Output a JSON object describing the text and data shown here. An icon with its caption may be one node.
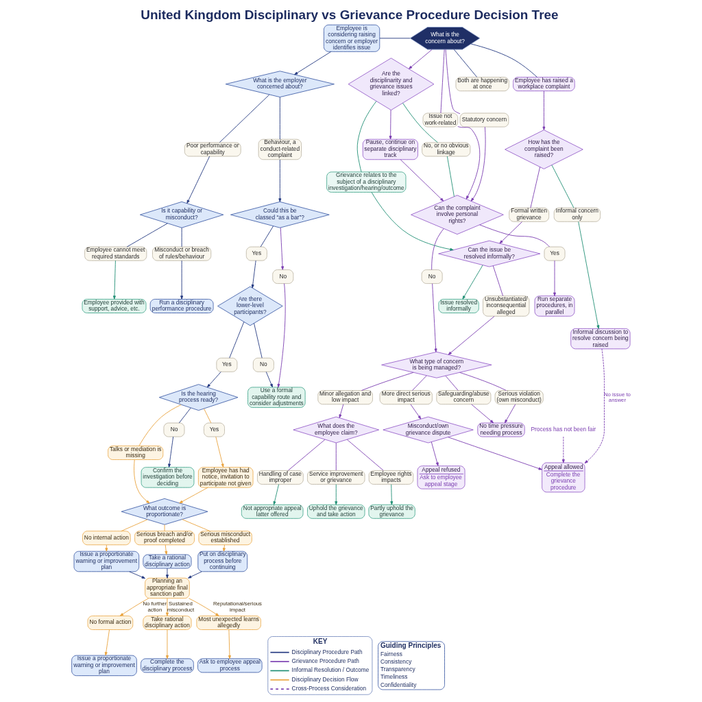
{
  "diagram": {
    "title": "United Kingdom Disciplinary vs Grievance Procedure Decision Tree",
    "nodes": [
      {
        "text": [
          "Employee is considering raising concern or employer identifies issue"
        ]
      },
      {
        "text": [
          "What is the concern about?"
        ]
      },
      {
        "text": [
          "What is the employer concerned about?"
        ]
      },
      {
        "text": [
          "Poor performance or capability"
        ]
      },
      {
        "text": [
          "Is it capability or misconduct?"
        ]
      },
      {
        "text": [
          "Misconduct or breach of rules/behaviour"
        ]
      },
      {
        "text": [
          "Employee cannot meet required standards"
        ]
      },
      {
        "text": [
          "Run a disciplinary performance procedure"
        ]
      },
      {
        "text": [
          "Employee provided with support, advice, etc."
        ]
      },
      {
        "text": [
          "Behaviour, a conduct-related complaint"
        ]
      },
      {
        "text": [
          "Could this be classed “as a bar”?"
        ]
      },
      {
        "text": [
          "Yes"
        ]
      },
      {
        "text": [
          "No"
        ]
      },
      {
        "text": [
          "Are there lower-level participants?"
        ]
      },
      {
        "text": [
          "Use a formal capability route and consider adjustments"
        ]
      },
      {
        "text": [
          "Yes"
        ]
      },
      {
        "text": [
          "No"
        ]
      },
      {
        "text": [
          "Is the hearing process ready?"
        ]
      },
      {
        "text": [
          "Yes"
        ]
      },
      {
        "text": [
          "No"
        ]
      },
      {
        "text": [
          "Employee has had notice, invitation to participate not given"
        ]
      },
      {
        "text": [
          "Talks or mediation is missing"
        ]
      },
      {
        "text": [
          "Confirm the investigation before deciding"
        ]
      },
      {
        "text": [
          "What outcome is proportionate?"
        ]
      },
      {
        "text": [
          "No internal action"
        ]
      },
      {
        "text": [
          "Serious breach and/or proof completed"
        ]
      },
      {
        "text": [
          "Serious misconduct established"
        ]
      },
      {
        "text": [
          "Issue a proportionate warning or improvement plan"
        ]
      },
      {
        "text": [
          "Take a rational disciplinary action"
        ]
      },
      {
        "text": [
          "Put on disciplinary process before continuing"
        ]
      },
      {
        "text": [
          "Planning an appropriate final sanction path"
        ]
      },
      {
        "text": [
          "No formal action"
        ]
      },
      {
        "text": [
          "Take rational disciplinary action"
        ]
      },
      {
        "text": [
          "Most unexpected learns allegedly"
        ]
      },
      {
        "text": [
          "Issue a proportionate warning or improvement plan"
        ]
      },
      {
        "text": [
          "Complete the disciplinary process"
        ]
      },
      {
        "text": [
          "Ask to employee appeal process"
        ]
      },
      {
        "text": [
          "Employee has raised a workplace complaint"
        ]
      },
      {
        "text": [
          "How has the complaint been raised?"
        ]
      },
      {
        "text": [
          "Informal concern only"
        ]
      },
      {
        "text": [
          "Informal discussion to resolve concern being raised"
        ]
      },
      {
        "text": [
          "Formal written grievance"
        ]
      },
      {
        "text": [
          "Both are happening at once"
        ]
      },
      {
        "text": [
          "Are the disciplinarity and grievance issues linked?"
        ]
      },
      {
        "text": [
          "Issue not work-related"
        ]
      },
      {
        "text": [
          "Statutory concern"
        ]
      },
      {
        "text": [
          "Grievance relates to the subject of a disciplinary investigation/hearing/outcome"
        ]
      },
      {
        "text": [
          "No, or no obvious linkage"
        ]
      },
      {
        "text": [
          "Pause, continue on separate disciplinary track"
        ]
      },
      {
        "text": [
          "Can the issue be resolved informally?"
        ]
      },
      {
        "text": [
          "Issue resolved informally"
        ]
      },
      {
        "text": [
          "Can the complaint involve personal rights?"
        ]
      },
      {
        "text": [
          "Yes"
        ]
      },
      {
        "text": [
          "Run separate procedures, in parallel"
        ]
      },
      {
        "text": [
          "No"
        ]
      },
      {
        "text": [
          "Unsubstantiated/ inconsequential alleged"
        ]
      },
      {
        "text": [
          "What type of concern is being managed?"
        ]
      },
      {
        "text": [
          "Minor allegation and low impact"
        ]
      },
      {
        "text": [
          "More direct serious impact"
        ]
      },
      {
        "text": [
          "Serious violation (own misconduct)"
        ]
      },
      {
        "text": [
          "Safeguarding/abuse concern"
        ]
      },
      {
        "text": [
          "What does the employee claim?"
        ]
      },
      {
        "text": [
          "Service improvement or grievance"
        ]
      },
      {
        "text": [
          "Employee rights impacts"
        ]
      },
      {
        "text": [
          "Handling of case improper"
        ]
      },
      {
        "text": [
          "Uphold the grievance and take action"
        ]
      },
      {
        "text": [
          "Partly uphold the grievance"
        ]
      },
      {
        "text": [
          "Not appropriate appeal latter offered"
        ]
      },
      {
        "text": [
          "Misconduct/own grievance dispute"
        ]
      },
      {
        "text": [
          "Appeal allowed",
          "Complete the grievance procedure"
        ]
      },
      {
        "text": [
          "Appeal refused",
          "Ask to employee appeal stage"
        ]
      },
      {
        "text": [
          "No time pressure needing process"
        ]
      },
      {
        "text": [
          "Process has not been fair"
        ]
      },
      {
        "text": [
          "Guiding Principles",
          "Fairness",
          "Consistency",
          "Transparency",
          "Timeliness",
          "Confidentiality"
        ]
      }
    ],
    "edges": [
      {
        "from": 0,
        "to": 1,
        "arrow": "none",
        "color": "#22377f"
      },
      {
        "from": 1,
        "to": 37,
        "arrow": "none",
        "color": "#22377f"
      },
      {
        "from": 0,
        "to": 2,
        "arrow": "to",
        "color": "#22377f"
      },
      {
        "from": 2,
        "to": 3,
        "arrow": "none",
        "color": "#22377f"
      },
      {
        "from": 3,
        "to": 4,
        "arrow": "to",
        "color": "#22377f"
      },
      {
        "from": 4,
        "to": 5,
        "arrow": "none",
        "color": "#22377f"
      },
      {
        "from": 4,
        "to": 6,
        "arrow": "none",
        "color": "#22377f"
      },
      {
        "from": 5,
        "to": 7,
        "arrow": "to",
        "color": "#22377f"
      },
      {
        "from": 6,
        "to": 8,
        "arrow": "to",
        "color": "#1f8f74"
      },
      {
        "from": 2,
        "to": 9,
        "arrow": "none",
        "color": "#22377f"
      },
      {
        "from": 9,
        "to": 10,
        "arrow": "to",
        "color": "#22377f"
      },
      {
        "from": 10,
        "to": 11,
        "arrow": "none",
        "color": "#22377f"
      },
      {
        "from": 10,
        "to": 12,
        "arrow": "to"
      },
      {
        "from": 11,
        "to": 13,
        "arrow": "to",
        "color": "#22377f"
      },
      {
        "from": 12,
        "to": 14,
        "arrow": "to"
      },
      {
        "from": 13,
        "to": 15,
        "arrow": "none",
        "color": "#22377f"
      },
      {
        "from": 13,
        "to": 16,
        "arrow": "none",
        "color": "#22377f"
      },
      {
        "from": 16,
        "to": 14,
        "arrow": "to",
        "color": "#22377f"
      },
      {
        "from": 15,
        "to": 17,
        "arrow": "to",
        "color": "#22377f"
      },
      {
        "from": 17,
        "to": 18,
        "arrow": "none",
        "color": "#e9a23b"
      },
      {
        "from": 17,
        "to": 19,
        "arrow": "none",
        "color": "#22377f"
      },
      {
        "from": 17,
        "to": 21,
        "arrow": "none",
        "color": "#e9a23b"
      },
      {
        "from": 18,
        "to": 20,
        "arrow": "to",
        "color": "#e9a23b"
      },
      {
        "from": 19,
        "to": 22,
        "arrow": "to",
        "color": "#22377f"
      },
      {
        "from": 20,
        "to": 23,
        "arrow": "to",
        "color": "#e9a23b"
      },
      {
        "from": 21,
        "to": 23,
        "arrow": "to",
        "color": "#e9a23b"
      },
      {
        "from": 23,
        "to": 24,
        "arrow": "none",
        "color": "#e9a23b"
      },
      {
        "from": 23,
        "to": 25,
        "arrow": "none",
        "color": "#e9a23b"
      },
      {
        "from": 23,
        "to": 26,
        "arrow": "none",
        "color": "#e9a23b"
      },
      {
        "from": 24,
        "to": 27,
        "arrow": "to",
        "color": "#e9a23b"
      },
      {
        "from": 25,
        "to": 28,
        "arrow": "to",
        "color": "#e9a23b"
      },
      {
        "from": 26,
        "to": 29,
        "arrow": "to",
        "color": "#e9a23b"
      },
      {
        "from": 27,
        "to": 30,
        "arrow": "to",
        "color": "#22377f"
      },
      {
        "from": 28,
        "to": 30,
        "arrow": "to",
        "color": "#22377f"
      },
      {
        "from": 29,
        "to": 30,
        "arrow": "to",
        "color": "#22377f"
      },
      {
        "from": 30,
        "to": 31,
        "arrow": "to",
        "label": "No further action",
        "color": "#e9a23b"
      },
      {
        "from": 30,
        "to": 32,
        "arrow": "to",
        "label": "Sustained misconduct",
        "color": "#e9a23b"
      },
      {
        "from": 30,
        "to": 33,
        "arrow": "to",
        "label": "Reputational/serious impact",
        "color": "#e9a23b"
      },
      {
        "from": 31,
        "to": 34,
        "arrow": "to",
        "color": "#e9a23b"
      },
      {
        "from": 32,
        "to": 35,
        "arrow": "to",
        "color": "#e9a23b"
      },
      {
        "from": 33,
        "to": 36,
        "arrow": "to",
        "color": "#e9a23b"
      },
      {
        "from": 37,
        "to": 38,
        "arrow": "to"
      },
      {
        "from": 38,
        "to": 39,
        "arrow": "none",
        "color": "#1f8f74"
      },
      {
        "from": 39,
        "to": 40,
        "arrow": "to",
        "color": "#1f8f74"
      },
      {
        "from": 38,
        "to": 41,
        "arrow": "none"
      },
      {
        "from": 1,
        "to": 42,
        "arrow": "none",
        "color": "#22377f"
      },
      {
        "from": 1,
        "to": 43,
        "arrow": "to"
      },
      {
        "from": 1,
        "to": 44,
        "arrow": "none"
      },
      {
        "from": 1,
        "to": 45,
        "arrow": "none"
      },
      {
        "from": 43,
        "to": 46,
        "arrow": "none",
        "color": "#1f8f74"
      },
      {
        "from": 43,
        "to": 47,
        "arrow": "none",
        "color": "#1f8f74"
      },
      {
        "from": 43,
        "to": 48,
        "arrow": "to"
      },
      {
        "from": 41,
        "to": 49,
        "arrow": "to"
      },
      {
        "from": 46,
        "to": 49,
        "arrow": "to",
        "color": "#1f8f74"
      },
      {
        "from": 49,
        "to": 50,
        "arrow": "to",
        "color": "#1f8f74"
      },
      {
        "from": 48,
        "to": 51,
        "arrow": "to"
      },
      {
        "from": 44,
        "to": 51,
        "arrow": "to"
      },
      {
        "from": 45,
        "to": 51,
        "arrow": "to"
      },
      {
        "from": 47,
        "to": 51,
        "arrow": "none",
        "color": "#1f8f74"
      },
      {
        "from": 51,
        "to": 52,
        "arrow": "none"
      },
      {
        "from": 52,
        "to": 53,
        "arrow": "to"
      },
      {
        "from": 51,
        "to": 54,
        "arrow": "none"
      },
      {
        "from": 49,
        "to": 55,
        "arrow": "none"
      },
      {
        "from": 54,
        "to": 56,
        "arrow": "to"
      },
      {
        "from": 55,
        "to": 56,
        "arrow": "to"
      },
      {
        "from": 56,
        "to": 57,
        "arrow": "none"
      },
      {
        "from": 56,
        "to": 58,
        "arrow": "none"
      },
      {
        "from": 56,
        "to": 59,
        "arrow": "none"
      },
      {
        "from": 56,
        "to": 60,
        "arrow": "none"
      },
      {
        "from": 57,
        "to": 61,
        "arrow": "to"
      },
      {
        "from": 61,
        "to": 62,
        "arrow": "none"
      },
      {
        "from": 61,
        "to": 63,
        "arrow": "none"
      },
      {
        "from": 61,
        "to": 64,
        "arrow": "none"
      },
      {
        "from": 62,
        "to": 65,
        "arrow": "to",
        "color": "#1f8f74"
      },
      {
        "from": 63,
        "to": 66,
        "arrow": "to",
        "color": "#1f8f74"
      },
      {
        "from": 64,
        "to": 67,
        "arrow": "to",
        "color": "#1f8f74"
      },
      {
        "from": 58,
        "to": 68,
        "arrow": "to"
      },
      {
        "from": 68,
        "to": 69,
        "arrow": "to"
      },
      {
        "from": 68,
        "to": 70,
        "arrow": "to"
      },
      {
        "from": 59,
        "to": 71,
        "arrow": "to"
      },
      {
        "from": 60,
        "to": 71,
        "arrow": "to"
      },
      {
        "from": 40,
        "to": 69,
        "arrow": "to",
        "style": "dashed",
        "label": "No issue to answer"
      },
      {
        "from": 72,
        "to": 69,
        "arrow": "to",
        "style": "dashed"
      }
    ],
    "labels": [
      "KEY"
    ],
    "legend": [
      {
        "text": "Disciplinary Procedure Path"
      },
      {
        "text": "Grievance Procedure Path"
      },
      {
        "text": "Informal Resolution / Outcome"
      },
      {
        "text": "Disciplinary Decision Flow"
      },
      {
        "text": "Cross-Process Consideration"
      }
    ]
  }
}
